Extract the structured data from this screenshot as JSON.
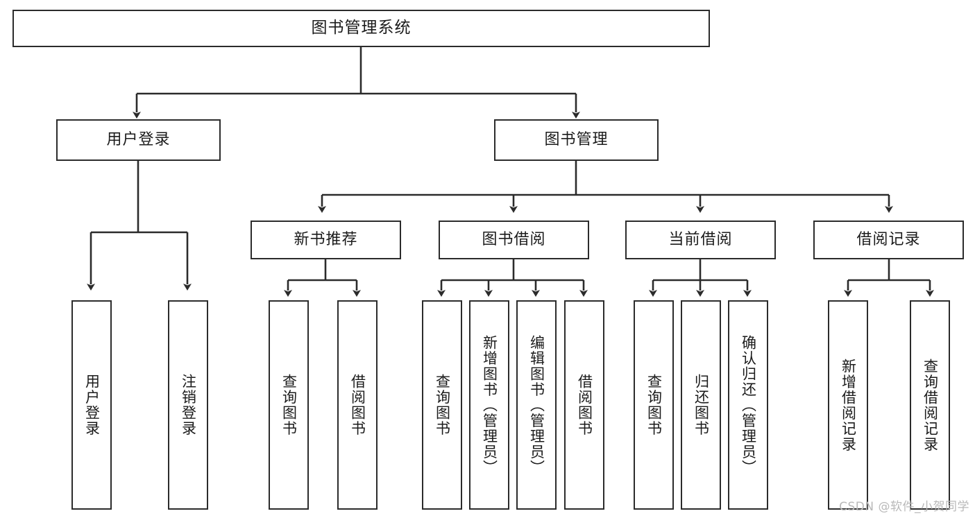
{
  "diagram": {
    "type": "hierarchy-tree",
    "title": "图书管理系统",
    "root": {
      "id": "root",
      "label": "图书管理系统"
    },
    "level2": [
      {
        "id": "user-login",
        "label": "用户登录"
      },
      {
        "id": "book-manage",
        "label": "图书管理"
      }
    ],
    "level3": [
      {
        "id": "new-book-recommend",
        "label": "新书推荐",
        "parent": "book-manage"
      },
      {
        "id": "book-borrow",
        "label": "图书借阅",
        "parent": "book-manage"
      },
      {
        "id": "current-borrow",
        "label": "当前借阅",
        "parent": "book-manage"
      },
      {
        "id": "borrow-record",
        "label": "借阅记录",
        "parent": "book-manage"
      }
    ],
    "leaves": [
      {
        "id": "leaf-user-login",
        "label": "用户登录",
        "parent": "user-login"
      },
      {
        "id": "leaf-logout-login",
        "label": "注销登录",
        "parent": "user-login"
      },
      {
        "id": "leaf-query-book-1",
        "label": "查询图书",
        "parent": "new-book-recommend"
      },
      {
        "id": "leaf-borrow-book-1",
        "label": "借阅图书",
        "parent": "new-book-recommend"
      },
      {
        "id": "leaf-query-book-2",
        "label": "查询图书",
        "parent": "book-borrow"
      },
      {
        "id": "leaf-add-book",
        "label": "新增图书（管理员）",
        "parent": "book-borrow"
      },
      {
        "id": "leaf-edit-book",
        "label": "编辑图书（管理员）",
        "parent": "book-borrow"
      },
      {
        "id": "leaf-borrow-book-2",
        "label": "借阅图书",
        "parent": "book-borrow"
      },
      {
        "id": "leaf-query-book-3",
        "label": "查询图书",
        "parent": "current-borrow"
      },
      {
        "id": "leaf-return-book",
        "label": "归还图书",
        "parent": "current-borrow"
      },
      {
        "id": "leaf-confirm-return",
        "label": "确认归还（管理员）",
        "parent": "current-borrow"
      },
      {
        "id": "leaf-add-record",
        "label": "新增借阅记录",
        "parent": "borrow-record"
      },
      {
        "id": "leaf-query-record",
        "label": "查询借阅记录",
        "parent": "borrow-record"
      }
    ]
  },
  "watermark": {
    "text": "CSDN @软件_小贺同学"
  },
  "colors": {
    "stroke": "#2b2b2b",
    "fill": "#ffffff",
    "text": "#1b1b1b",
    "watermark": "#b9b9b9"
  }
}
